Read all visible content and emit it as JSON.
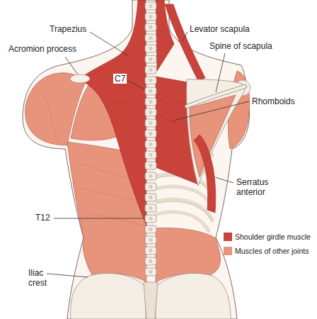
{
  "diagram": {
    "labels": [
      "Trapezius",
      "Levator scapula",
      "Acromion process",
      "Spine of scapula",
      "C7",
      "Rhomboids",
      "Serratus anterior",
      "T12",
      "Iliac crest"
    ],
    "legend": [
      {
        "text": "Shoulder girdle muscle",
        "color": "#c9433a"
      },
      {
        "text": "Muscles of other joints",
        "color": "#e8937b"
      }
    ]
  }
}
